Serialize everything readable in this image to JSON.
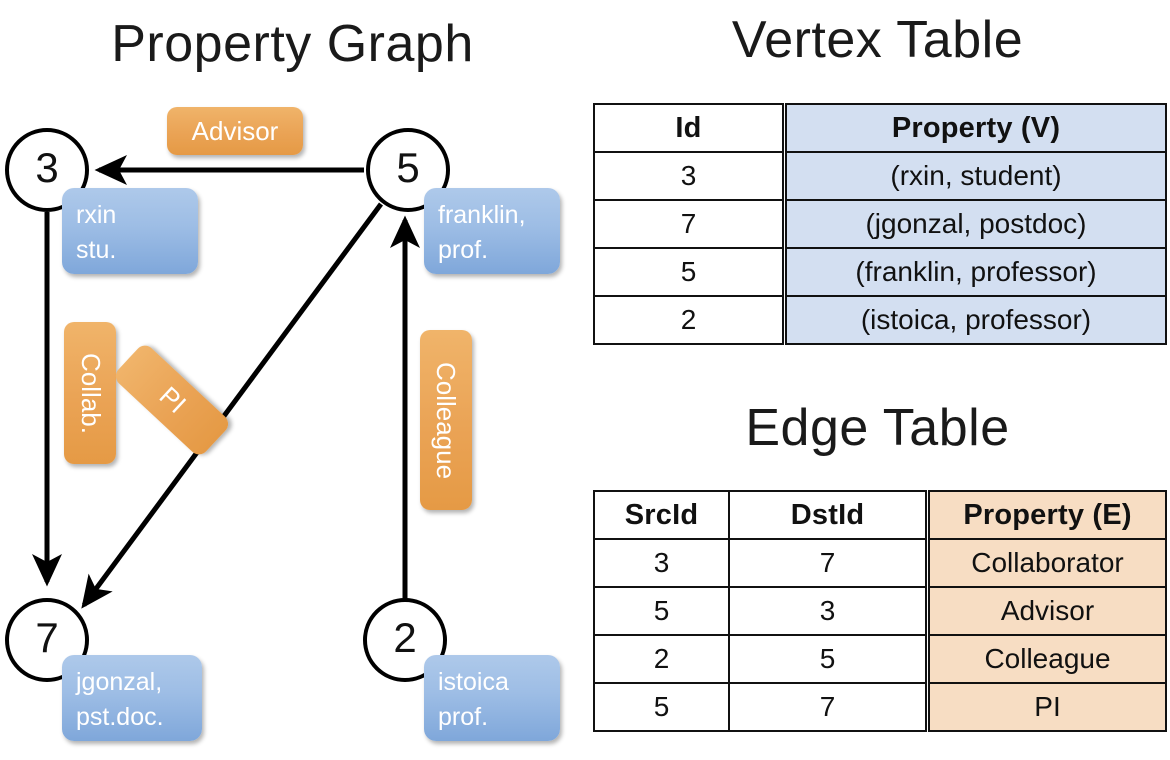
{
  "titles": {
    "graph": "Property Graph",
    "vertex": "Vertex Table",
    "edge": "Edge Table"
  },
  "colors": {
    "vertex_property_fill": "#d3dff1",
    "edge_property_fill": "#f7ddc3",
    "node_box_blue": "#9dbde5",
    "edge_label_orange": "#eaa355",
    "stroke": "#000000",
    "background": "#ffffff"
  },
  "graph": {
    "nodes": [
      {
        "id": "3",
        "property": "rxin\nstu."
      },
      {
        "id": "5",
        "property": "franklin,\nprof."
      },
      {
        "id": "7",
        "property": "jgonzal,\npst.doc."
      },
      {
        "id": "2",
        "property": "istoica\nprof."
      }
    ],
    "edge_labels": [
      {
        "name": "advisor",
        "text": "Advisor"
      },
      {
        "name": "collab",
        "text": "Collab."
      },
      {
        "name": "pi",
        "text": "PI"
      },
      {
        "name": "colleague",
        "text": "Colleague"
      }
    ],
    "edges": [
      {
        "from": "5",
        "to": "3",
        "label": "Advisor"
      },
      {
        "from": "3",
        "to": "7",
        "label": "Collab."
      },
      {
        "from": "5",
        "to": "7",
        "label": "PI"
      },
      {
        "from": "2",
        "to": "5",
        "label": "Colleague"
      }
    ]
  },
  "vertex_table": {
    "headers": [
      "Id",
      "Property (V)"
    ],
    "rows": [
      {
        "id": "3",
        "property": "(rxin, student)"
      },
      {
        "id": "7",
        "property": "(jgonzal, postdoc)"
      },
      {
        "id": "5",
        "property": "(franklin, professor)"
      },
      {
        "id": "2",
        "property": "(istoica, professor)"
      }
    ]
  },
  "edge_table": {
    "headers": [
      "SrcId",
      "DstId",
      "Property (E)"
    ],
    "rows": [
      {
        "src": "3",
        "dst": "7",
        "property": "Collaborator"
      },
      {
        "src": "5",
        "dst": "3",
        "property": "Advisor"
      },
      {
        "src": "2",
        "dst": "5",
        "property": "Colleague"
      },
      {
        "src": "5",
        "dst": "7",
        "property": "PI"
      }
    ]
  }
}
